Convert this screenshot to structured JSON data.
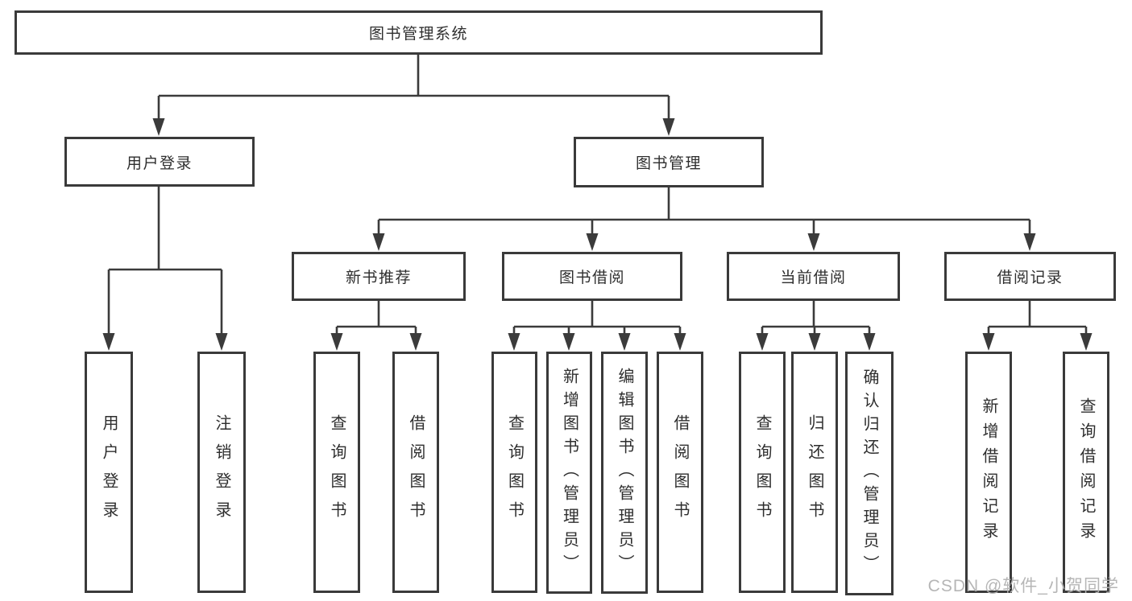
{
  "root": {
    "label": "图书管理系统"
  },
  "branches": [
    {
      "label": "用户登录",
      "children": [
        {
          "label": "用户登录"
        },
        {
          "label": "注销登录"
        }
      ]
    },
    {
      "label": "图书管理",
      "sections": [
        {
          "label": "新书推荐",
          "children": [
            {
              "label": "查询图书"
            },
            {
              "label": "借阅图书"
            }
          ]
        },
        {
          "label": "图书借阅",
          "children": [
            {
              "label": "查询图书"
            },
            {
              "label": "新增图书（管理员）"
            },
            {
              "label": "编辑图书（管理员）"
            },
            {
              "label": "借阅图书"
            }
          ]
        },
        {
          "label": "当前借阅",
          "children": [
            {
              "label": "查询图书"
            },
            {
              "label": "归还图书"
            },
            {
              "label": "确认归还（管理员）"
            }
          ]
        },
        {
          "label": "借阅记录",
          "children": [
            {
              "label": "新增借阅记录"
            },
            {
              "label": "查询借阅记录"
            }
          ]
        }
      ]
    }
  ],
  "watermark": {
    "text": "CSDN @软件_小贺同学"
  }
}
